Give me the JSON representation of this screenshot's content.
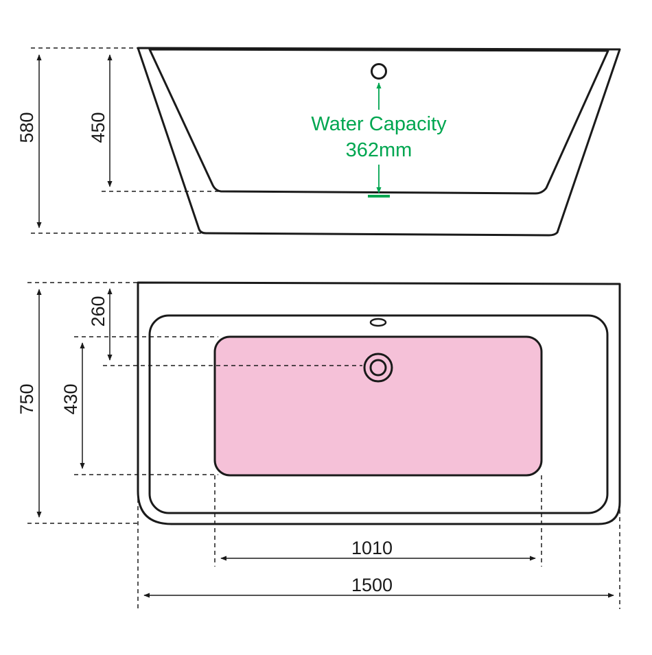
{
  "colors": {
    "outline": "#1a1a1a",
    "water": "#00a650",
    "basin_fill": "#f5c1d8",
    "background": "#ffffff"
  },
  "side_view": {
    "overall_height": "580",
    "internal_depth": "450",
    "water_capacity_label": "Water Capacity",
    "water_capacity_value": "362mm"
  },
  "top_view": {
    "overall_width": "750",
    "overflow_offset": "260",
    "basin_width": "430",
    "basin_length": "1010",
    "overall_length": "1500"
  }
}
